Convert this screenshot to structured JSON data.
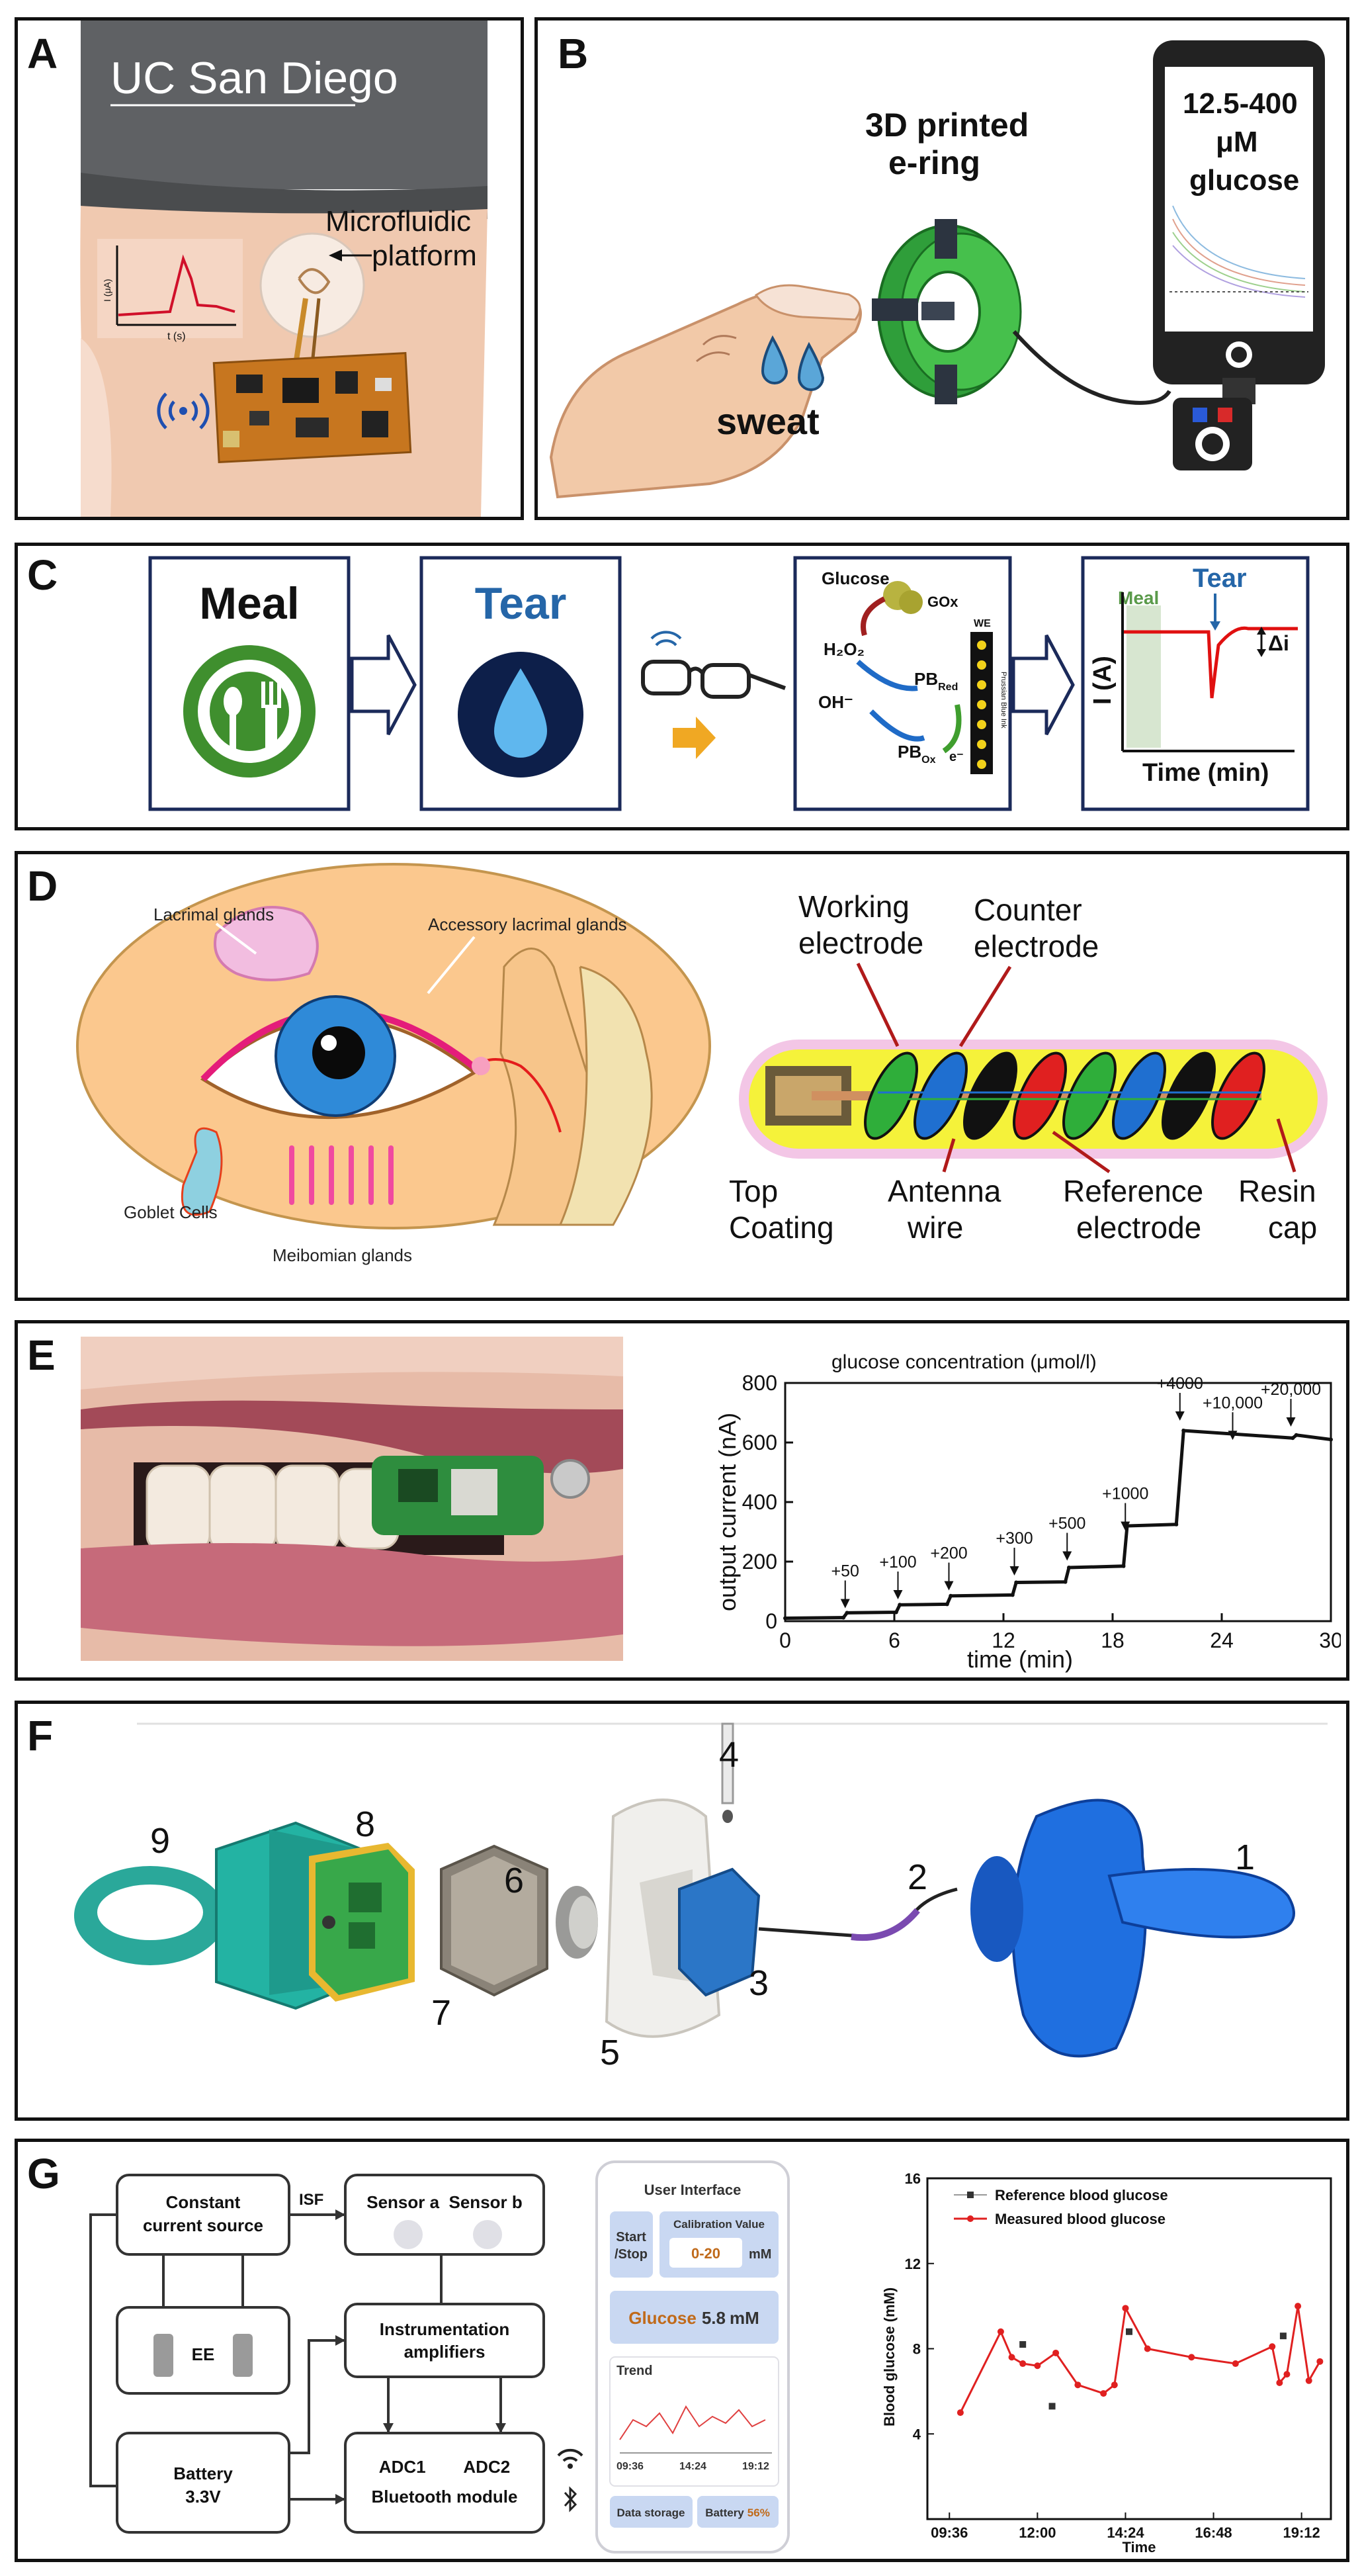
{
  "panels": {
    "A": {
      "label": "A",
      "logo_text": "UC San Diego",
      "annotation": [
        "Microfluidic",
        "platform"
      ],
      "inset_ylabel": "I (μA)",
      "inset_xlabel": "t (s)",
      "icon": "wifi-icon"
    },
    "B": {
      "label": "B",
      "device_title": [
        "3D printed",
        "e-ring"
      ],
      "finger_label": "sweat",
      "phone_text": [
        "12.5-400",
        "μM",
        "glucose"
      ]
    },
    "C": {
      "label": "C",
      "step1": "Meal",
      "step2": "Tear",
      "chem": {
        "glucose": "Glucose",
        "gox": "GOx",
        "h2o2": "H₂O₂",
        "oh": "OH⁻",
        "pb_red": "PB",
        "pb_red_sub": "Red",
        "pb_ox": "PB",
        "pb_ox_sub": "Ox",
        "electron": "e⁻",
        "we": "WE",
        "prussian": "Prussian Blue Ink"
      },
      "graph": {
        "ylabel": "I (A)",
        "xlabel": "Time (min)",
        "meal": "Meal",
        "tear": "Tear",
        "delta": "Δi"
      }
    },
    "D": {
      "label": "D",
      "eye_labels": {
        "lacrimal": "Lacrimal glands",
        "accessory": "Accessory lacrimal glands",
        "goblet": "Goblet Cells",
        "meibomian": "Meibomian glands"
      },
      "sensor_labels": {
        "working": [
          "Working",
          "electrode"
        ],
        "counter": [
          "Counter",
          "electrode"
        ],
        "top": [
          "Top",
          "Coating"
        ],
        "antenna": [
          "Antenna",
          "wire"
        ],
        "reference": [
          "Reference",
          "electrode"
        ],
        "resin": [
          "Resin",
          "cap"
        ]
      }
    },
    "E": {
      "label": "E",
      "chart_data": {
        "type": "line",
        "title": "glucose concentration (μmol/l)",
        "xlabel": "time (min)",
        "ylabel": "output current (nA)",
        "xlim": [
          0,
          30
        ],
        "ylim": [
          0,
          800
        ],
        "xticks": [
          0,
          6,
          12,
          18,
          24,
          30
        ],
        "yticks": [
          0,
          200,
          400,
          600,
          800
        ],
        "x": [
          0,
          3.2,
          3.4,
          6.1,
          6.3,
          8.9,
          9.1,
          12.5,
          12.7,
          15.4,
          15.6,
          18.6,
          18.8,
          21.5,
          21.9,
          27.9,
          28.1,
          30
        ],
        "y": [
          10,
          12,
          28,
          30,
          55,
          57,
          85,
          88,
          130,
          132,
          180,
          185,
          320,
          325,
          640,
          615,
          625,
          610
        ],
        "annotations": [
          {
            "text": "+50",
            "x": 3.3,
            "y": 30
          },
          {
            "text": "+100",
            "x": 6.2,
            "y": 60
          },
          {
            "text": "+200",
            "x": 9,
            "y": 90
          },
          {
            "text": "+300",
            "x": 12.6,
            "y": 140
          },
          {
            "text": "+500",
            "x": 15.5,
            "y": 190
          },
          {
            "text": "+1000",
            "x": 18.7,
            "y": 290
          },
          {
            "text": "+4000",
            "x": 21.7,
            "y": 660
          },
          {
            "text": "+10,000",
            "x": 24.6,
            "y": 595
          },
          {
            "text": "+20,000",
            "x": 27.8,
            "y": 640
          }
        ]
      }
    },
    "F": {
      "label": "F",
      "numbers": [
        "1",
        "2",
        "3",
        "4",
        "5",
        "6",
        "7",
        "8",
        "9"
      ]
    },
    "G": {
      "label": "G",
      "diagram": {
        "const_source": [
          "Constant",
          "current source"
        ],
        "isf": "ISF",
        "sensors": "Sensor a  Sensor b",
        "ee": "EE",
        "amps": [
          "Instrumentation",
          "amplifiers"
        ],
        "battery": [
          "Battery",
          "3.3V"
        ],
        "adc": "ADC1        ADC2",
        "bt": "Bluetooth module"
      },
      "ui": {
        "title": "User Interface",
        "start": [
          "Start",
          "/Stop"
        ],
        "calib_title": "Calibration Value",
        "calib_value": "0-20",
        "calib_unit": "mM",
        "glucose_label": "Glucose",
        "glucose_value": "5.8",
        "glucose_unit": "mM",
        "trend": "Trend",
        "trend_ticks": [
          "09:36",
          "14:24",
          "19:12"
        ],
        "storage": "Data storage",
        "battery_label": "Battery",
        "battery_value": "56%"
      },
      "chart_data": {
        "type": "line",
        "xlabel": "Time",
        "ylabel": "Blood glucose (mM)",
        "ylim": [
          0,
          16
        ],
        "yticks": [
          4,
          8,
          12,
          16
        ],
        "xticks": [
          "09:36",
          "12:00",
          "14:24",
          "16:48",
          "19:12"
        ],
        "series": [
          {
            "name": "Reference blood glucose",
            "color": "#333333",
            "x": [
              "11:36",
              "12:24",
              "14:30",
              "18:42"
            ],
            "y": [
              8.2,
              5.3,
              8.8,
              8.6
            ]
          },
          {
            "name": "Measured blood glucose",
            "color": "#e02020",
            "x": [
              "09:54",
              "11:00",
              "11:18",
              "11:36",
              "12:00",
              "12:30",
              "13:06",
              "13:48",
              "14:06",
              "14:24",
              "15:00",
              "16:12",
              "17:24",
              "18:24",
              "18:36",
              "18:48",
              "19:06",
              "19:24",
              "19:42"
            ],
            "y": [
              5.0,
              8.8,
              7.6,
              7.3,
              7.2,
              7.8,
              6.3,
              5.9,
              6.3,
              9.9,
              8.0,
              7.6,
              7.3,
              8.1,
              6.4,
              6.8,
              10.0,
              6.5,
              7.4
            ]
          }
        ]
      }
    }
  }
}
